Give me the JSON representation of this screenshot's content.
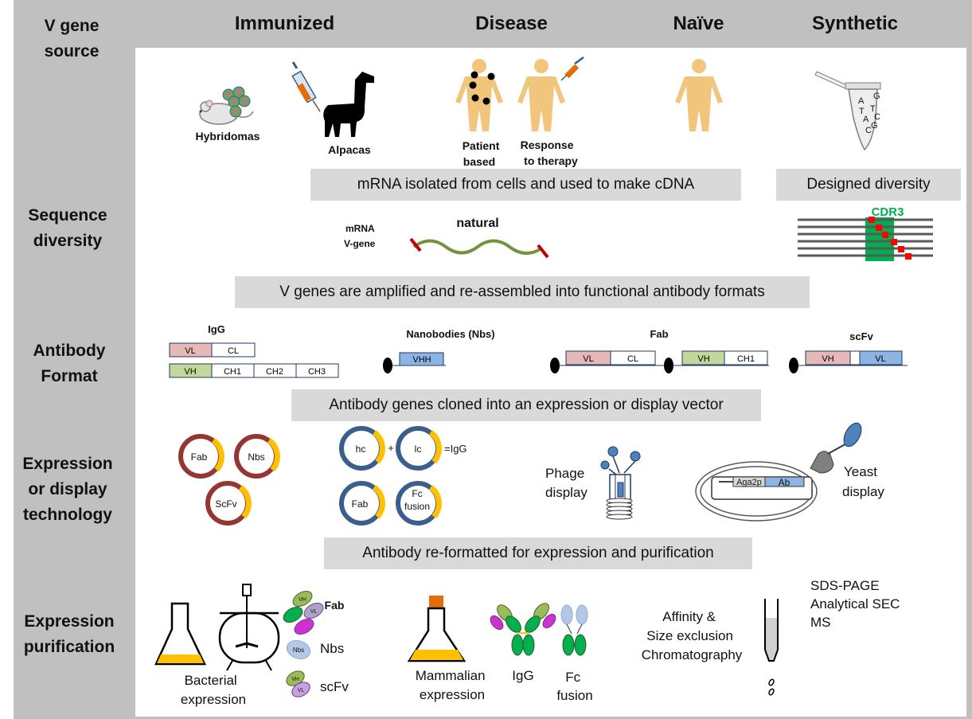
{
  "row_labels": {
    "v_gene_source": [
      "V gene",
      "source"
    ],
    "sequence_diversity": [
      "Sequence",
      "diversity"
    ],
    "antibody_format": [
      "Antibody",
      "Format"
    ],
    "expression_display": [
      "Expression",
      "or display",
      "technology"
    ],
    "expression_purification": [
      "Expression",
      "purification"
    ]
  },
  "columns": [
    "Immunized",
    "Disease",
    "Naïve",
    "Synthetic"
  ],
  "sources": {
    "hybridomas": "Hybridomas",
    "alpacas": "Alpacas",
    "patient": [
      "Patient",
      "based"
    ],
    "response": [
      "Response",
      "to therapy"
    ],
    "tube_letters": [
      "A",
      "G",
      "T",
      "T",
      "A",
      "C",
      "G",
      "C"
    ]
  },
  "banners": {
    "mrna": "mRNA isolated from cells and used to make cDNA",
    "designed": "Designed diversity",
    "vgenes": "V genes are amplified and re-assembled into functional antibody formats",
    "cloned": "Antibody genes cloned into an expression or display vector",
    "reformatted": "Antibody re-formatted for expression and purification"
  },
  "diversity": {
    "mrna_label": [
      "mRNA",
      "V-gene"
    ],
    "natural": "natural",
    "cdr3": "CDR3"
  },
  "formats": {
    "igg_title": "IgG",
    "igg_light": [
      "VL",
      "CL"
    ],
    "igg_heavy": [
      "VH",
      "CH1",
      "CH2",
      "CH3"
    ],
    "nb_title": "Nanobodies (Nbs)",
    "nb_domain": "VHH",
    "fab_title": "Fab",
    "fab_light": [
      "VL",
      "CL"
    ],
    "fab_heavy": [
      "VH",
      "CH1"
    ],
    "scfv_title": "scFv",
    "scfv_domains": [
      "VH",
      "VL"
    ]
  },
  "expression": {
    "red_plasmids": [
      "Fab",
      "Nbs",
      "ScFv"
    ],
    "blue_plasmids": [
      "hc",
      "lc",
      "Fab",
      "Fc",
      "fusion"
    ],
    "plus": "+",
    "equals_igg": "=IgG",
    "phage": [
      "Phage",
      "display"
    ],
    "yeast": [
      "Yeast",
      "display"
    ],
    "aga2p": "Aga2p",
    "ab": "Ab"
  },
  "purification": {
    "fab": "Fab",
    "nbs": "Nbs",
    "scfv": "scFv",
    "bacterial": [
      "Bacterial",
      "expression"
    ],
    "mammalian": [
      "Mammalian",
      "expression"
    ],
    "igg": "IgG",
    "fc_fusion": [
      "Fc",
      "fusion"
    ],
    "chromatography": [
      "Affinity &",
      "Size exclusion",
      "Chromatography"
    ],
    "qc": [
      "SDS-PAGE",
      "Analytical SEC",
      "MS"
    ],
    "mini_vh": "VH",
    "mini_vl": "VL",
    "mini_nbs": "Nbs"
  },
  "colors": {
    "frame": "#c0c0c0",
    "banner": "#d9d9d9",
    "vl_pink": "#e6b8b7",
    "vh_green": "#c4d79b",
    "domain_blue": "#8db4e2",
    "domain_border": "#1f3864",
    "plasmid_red": "#943634",
    "plasmid_blue": "#3b5e8c",
    "orf_yellow": "#ffc000",
    "cdr3_green": "#00b050",
    "body_tan": "#f2c57c"
  }
}
